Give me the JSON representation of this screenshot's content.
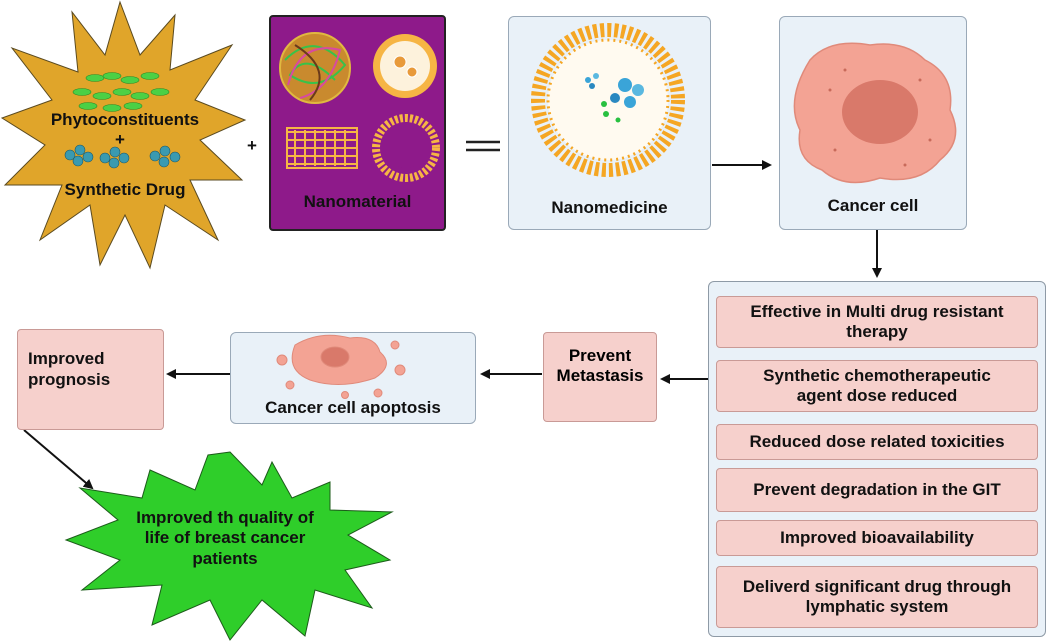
{
  "inputs": {
    "phyto_label": "Phytoconstituents",
    "plus_inner": "+",
    "synthetic_label": "Synthetic Drug",
    "plus_between": "+",
    "nanomaterial_label": "Nanomaterial",
    "equals": "="
  },
  "flow": {
    "nanomedicine": "Nanomedicine",
    "cancer_cell": "Cancer cell",
    "prevent_line1": "Prevent",
    "prevent_line2": "Metastasis",
    "apoptosis": "Cancer cell apoptosis",
    "prognosis_line1": "Improved",
    "prognosis_line2": "prognosis",
    "quality_line1": "Improved th quality of",
    "quality_line2": "life of breast cancer",
    "quality_line3": "patients"
  },
  "benefits": [
    {
      "line1": "Effective in Multi drug resistant",
      "line2": "therapy"
    },
    {
      "line1": "Synthetic chemotherapeutic",
      "line2": "agent dose reduced"
    },
    {
      "line1": "Reduced dose related toxicities",
      "line2": ""
    },
    {
      "line1": "Prevent degradation in the GIT",
      "line2": ""
    },
    {
      "line1": "Improved bioavailability",
      "line2": ""
    },
    {
      "line1": "Deliverd significant drug through",
      "line2": "lymphatic system"
    }
  ],
  "colors": {
    "starburst_orange": "#e0a52a",
    "starburst_green": "#2fce2a",
    "nanomaterial_purple": "#8e1a8a",
    "pink_box": "#f6d0cc",
    "blue_box": "#e9f1f8",
    "cell_pink": "#f3a394",
    "nucleus": "#d9796a",
    "lipid_orange": "#f5a623"
  }
}
